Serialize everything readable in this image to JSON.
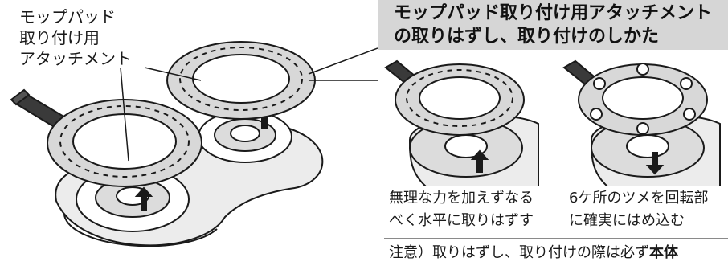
{
  "callout": {
    "lines": [
      "モップパッド",
      "取り付け用",
      "アタッチメント"
    ]
  },
  "panel": {
    "title_lines": [
      "モップパッド取り付け用アタッチメント",
      "の取りはずし、取り付けのしかた"
    ],
    "steps": [
      {
        "lines": [
          "無理な力を加えずなる",
          "べく水平に取りはずす"
        ]
      },
      {
        "lines": [
          "6ケ所のツメを回転部",
          "に確実にはめ込む"
        ]
      }
    ],
    "note": {
      "prefix": "注意）取りはずし、取り付けの際は必ず",
      "bold": "本体"
    }
  },
  "colors": {
    "title_bar": "#d6d6d6",
    "line": "#1a1a1a",
    "device_fill": "#ececec",
    "white": "#ffffff"
  }
}
